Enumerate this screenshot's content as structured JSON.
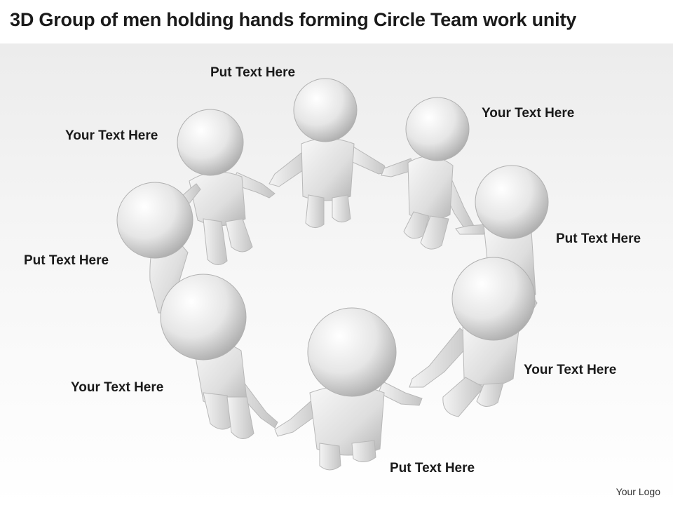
{
  "slide": {
    "title": "3D Group of men holding hands forming Circle Team work unity",
    "logo": "Your Logo"
  },
  "callouts": {
    "top": "Put Text Here",
    "top_right": "Your Text Here",
    "right": "Put Text Here",
    "bottom_right": "Your Text Here",
    "bottom": "Put Text Here",
    "bottom_left": "Your Text Here",
    "left": "Put Text Here",
    "top_left": "Your Text Here"
  },
  "illustration": {
    "subject": "3d-figures-holding-hands-circle",
    "figure_count": 8,
    "colors": {
      "figure_light": "#fafafa",
      "figure_mid": "#dcdcdc",
      "figure_shadow": "#a8a8a8"
    }
  }
}
